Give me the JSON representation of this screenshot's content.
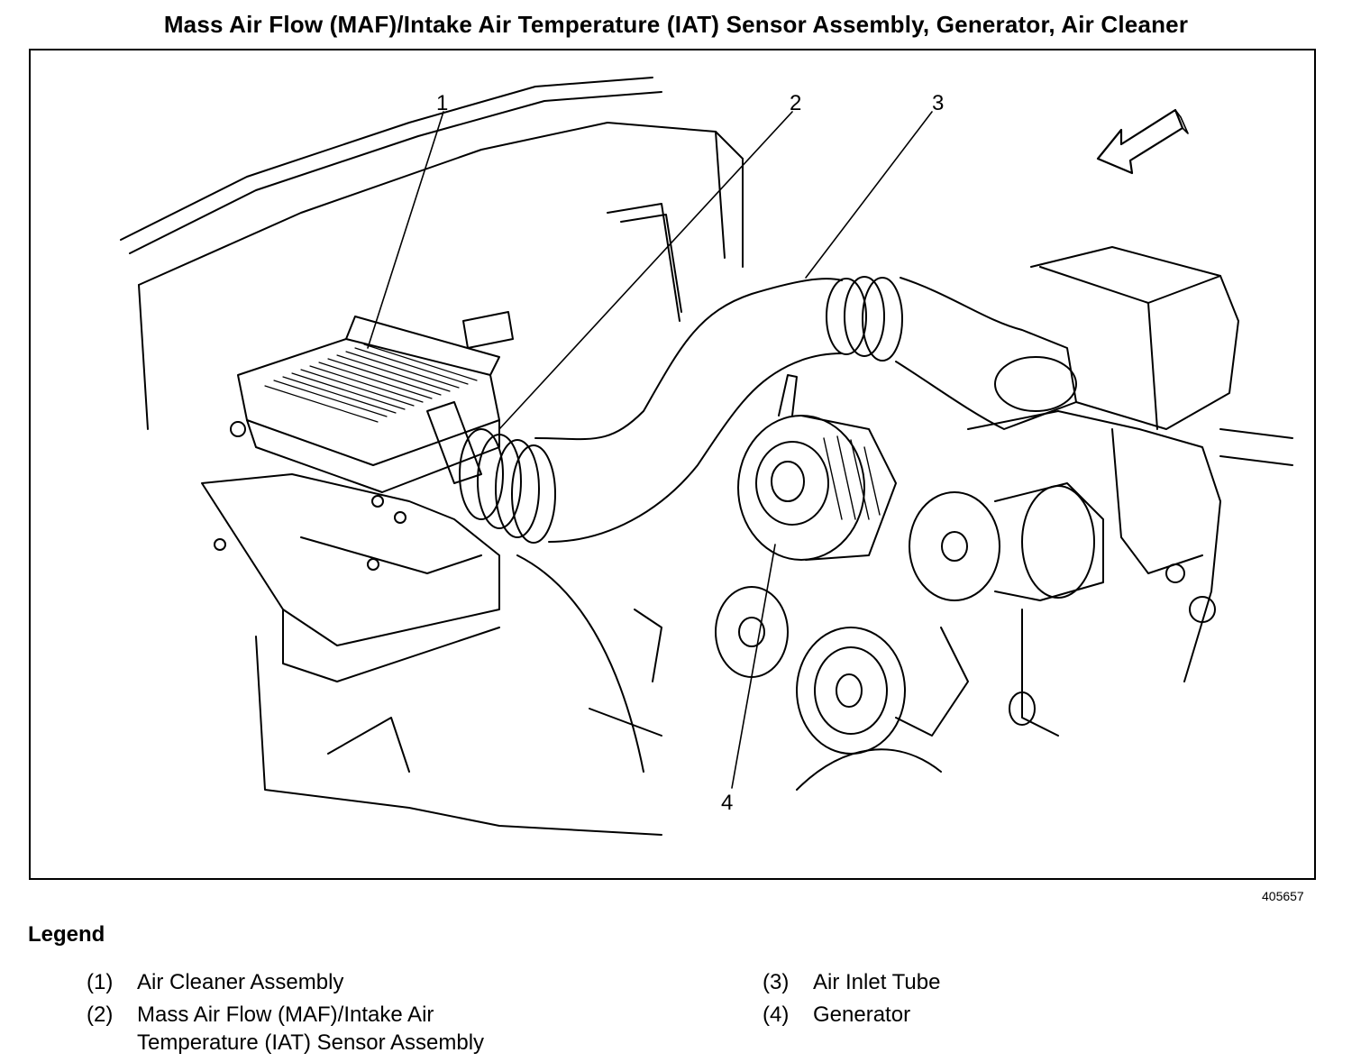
{
  "title": "Mass Air Flow (MAF)/Intake Air Temperature (IAT) Sensor Assembly, Generator, Air Cleaner",
  "figure_number": "405657",
  "callouts": [
    "1",
    "2",
    "3",
    "4"
  ],
  "legend": {
    "heading": "Legend",
    "items": [
      {
        "num": "(1)",
        "text": "Air Cleaner Assembly"
      },
      {
        "num": "(2)",
        "text": "Mass Air Flow (MAF)/Intake Air Temperature (IAT) Sensor Assembly"
      },
      {
        "num": "(3)",
        "text": "Air Inlet Tube"
      },
      {
        "num": "(4)",
        "text": "Generator"
      }
    ]
  }
}
